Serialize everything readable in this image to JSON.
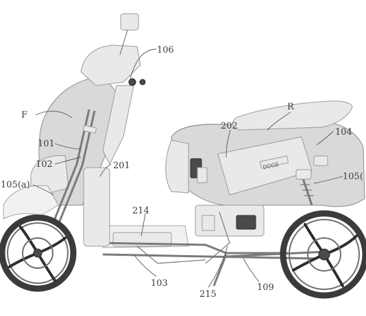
{
  "labels": {
    "l106": "106",
    "lF": "F",
    "lR": "R",
    "l202": "202",
    "l104": "104",
    "l101": "101",
    "l102": "102",
    "l201": "201",
    "l105a": "105(a)",
    "l105b": "105(",
    "l214": "214",
    "l103": "103",
    "l215": "215",
    "l109": "109"
  },
  "badge": "DOGE"
}
